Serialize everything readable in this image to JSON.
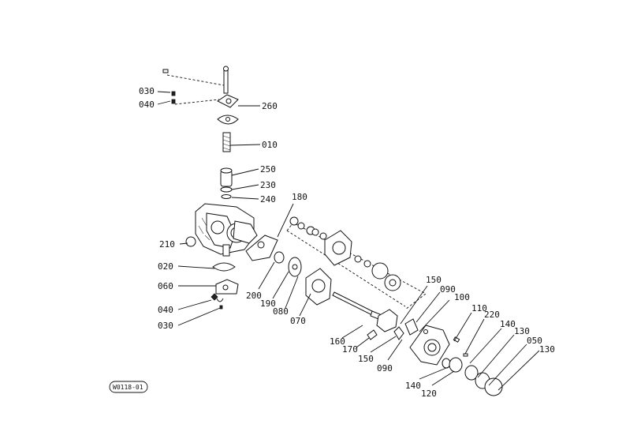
{
  "labels": {
    "p030a": "030",
    "p040a": "040",
    "p260": "260",
    "p010": "010",
    "p250": "250",
    "p230": "230",
    "p240": "240",
    "p180": "180",
    "p210": "210",
    "p020": "020",
    "p060": "060",
    "p040b": "040",
    "p030b": "030",
    "p200": "200",
    "p190": "190",
    "p080": "080",
    "p070": "070",
    "p150a": "150",
    "p090a": "090",
    "p100": "100",
    "p110": "110",
    "p220": "220",
    "p140a": "140",
    "p130a": "130",
    "p050": "050",
    "p130b": "130",
    "p160": "160",
    "p170": "170",
    "p150b": "150",
    "p090b": "090",
    "p140b": "140",
    "p120": "120"
  },
  "badge": "W0118-01"
}
